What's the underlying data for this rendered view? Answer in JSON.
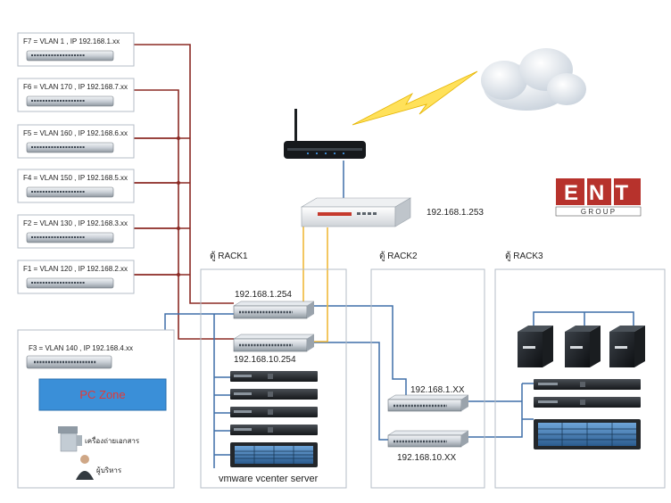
{
  "floors": [
    {
      "label": "F7  =  VLAN 1 , IP 192.168.1.xx"
    },
    {
      "label": "F6  =  VLAN 170 , IP 192.168.7.xx"
    },
    {
      "label": "F5  =  VLAN 160 , IP 192.168.6.xx"
    },
    {
      "label": "F4  =  VLAN 150 , IP 192.168.5.xx"
    },
    {
      "label": "F2  =  VLAN 130 , IP 192.168.3.xx"
    },
    {
      "label": "F1  =  VLAN 120 , IP 192.168.2.xx"
    }
  ],
  "f3": {
    "label": "F3  =  VLAN 140 , IP 192.168.4.xx",
    "pc_zone": "PC Zone",
    "copier": "เครื่องถ่ายเอกสาร",
    "manager": "ผู้บริหาร"
  },
  "firewall": {
    "ip": "192.168.1.253"
  },
  "logo": {
    "letters": "ENT",
    "sub": "G R O U P"
  },
  "rack1": {
    "label": "ตู้ RACK1",
    "ip_top": "192.168.1.254",
    "ip_bottom": "192.168.10.254",
    "caption": "vmware vcenter server"
  },
  "rack2": {
    "label": "ตู้ RACK2",
    "ip_top": "192.168.1.XX",
    "ip_bottom": "192.168.10.XX"
  },
  "rack3": {
    "label": "ตู้ RACK3"
  },
  "colors": {
    "red_link": "#8b2a24",
    "blue_link": "#3f6fa8",
    "yellow_link": "#f0b93a",
    "pc_zone_fill": "#3a8fd8",
    "pc_zone_text": "#e53935",
    "logo_red": "#b7322c"
  }
}
